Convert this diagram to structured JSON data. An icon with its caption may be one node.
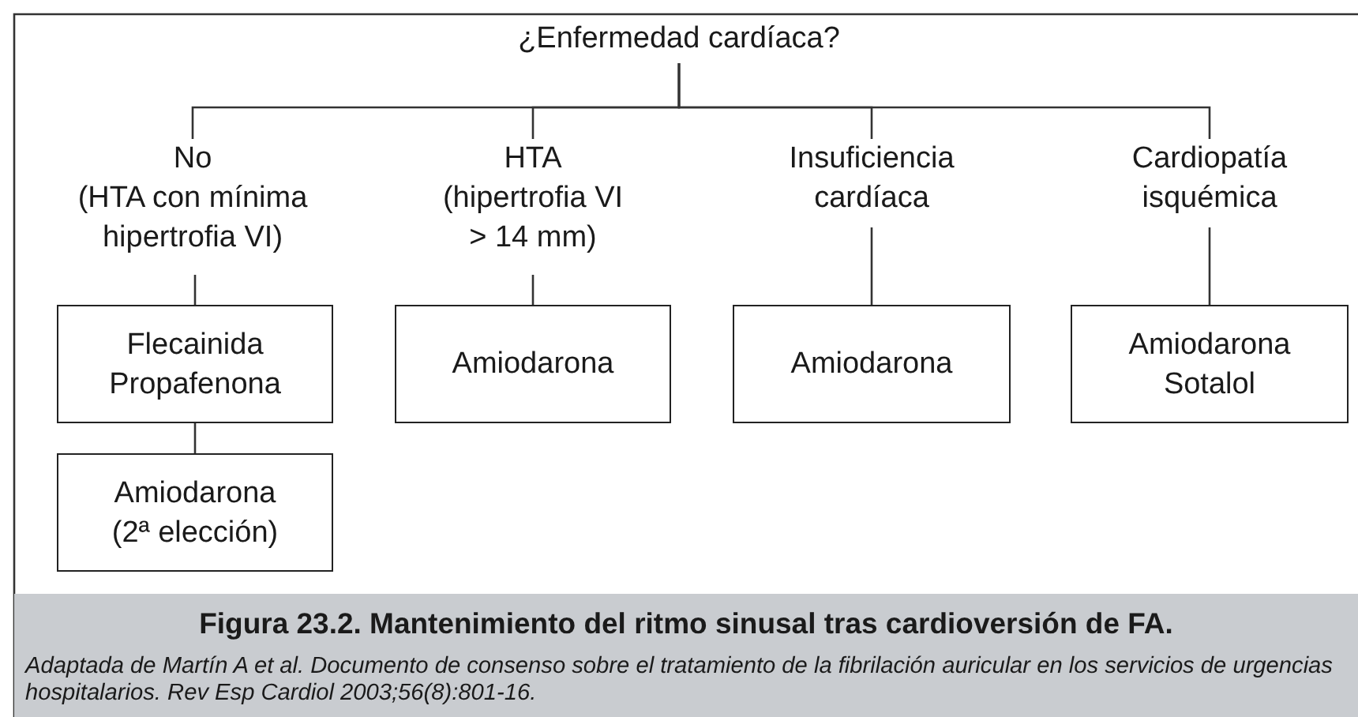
{
  "diagram": {
    "title": "Figura 23.2. Mantenimiento del ritmo sinusal tras cardioversión de FA.",
    "caption": "Adaptada de Martín A et al. Documento de consenso sobre el tratamiento de la fibrilación auricular en los servicios de urgencias hospitalarios. Rev Esp Cardiol 2003;56(8):801-16.",
    "nodes": [
      {
        "text": [
          "¿Enfermedad cardíaca?"
        ]
      },
      {
        "text": [
          "No",
          "(HTA con mínima hipertrofia VI)"
        ]
      },
      {
        "text": [
          "HTA",
          "(hipertrofia VI > 14 mm)"
        ]
      },
      {
        "text": [
          "Insuficiencia cardíaca"
        ]
      },
      {
        "text": [
          "Cardiopatía isquémica"
        ]
      },
      {
        "text": [
          "Flecainida Propafenona"
        ]
      },
      {
        "text": [
          "Amiodarona (2ª elección)"
        ]
      },
      {
        "text": [
          "Amiodarona"
        ]
      },
      {
        "text": [
          "Amiodarona"
        ]
      },
      {
        "text": [
          "Amiodarona Sotalol"
        ]
      }
    ],
    "edges": [
      {
        "from": 0,
        "to": 1,
        "arrow": "none"
      },
      {
        "from": 0,
        "to": 2,
        "arrow": "none"
      },
      {
        "from": 0,
        "to": 3,
        "arrow": "none"
      },
      {
        "from": 0,
        "to": 4,
        "arrow": "none"
      },
      {
        "from": 1,
        "to": 5,
        "arrow": "none"
      },
      {
        "from": 5,
        "to": 6,
        "arrow": "none"
      },
      {
        "from": 2,
        "to": 7,
        "arrow": "none"
      },
      {
        "from": 3,
        "to": 8,
        "arrow": "none"
      },
      {
        "from": 4,
        "to": 9,
        "arrow": "none"
      }
    ]
  }
}
